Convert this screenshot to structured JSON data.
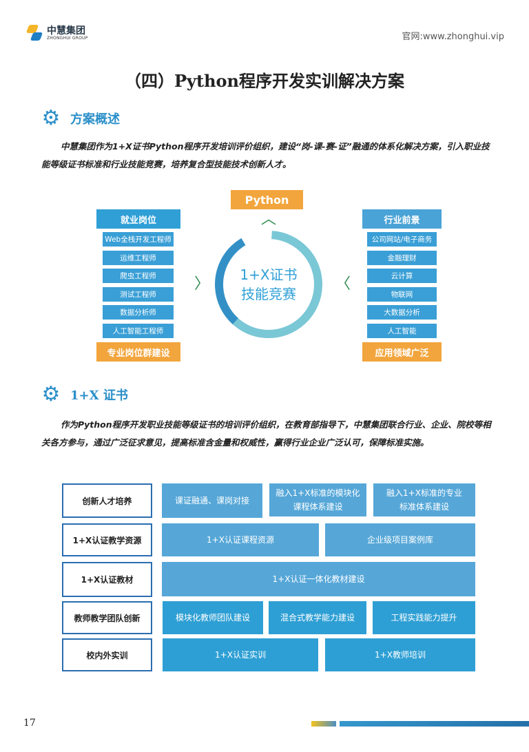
{
  "header": {
    "logo_cn": "中慧集团",
    "logo_en": "ZHONGHUI GROUP",
    "website": "官网:www.zhonghui.vip"
  },
  "title": "（四）Python程序开发实训解决方案",
  "section1": {
    "icon": "gear-icon",
    "title": "方案概述",
    "paragraph": "中慧集团作为1+X证书Python程序开发培训评价组织，建设“岗-课-赛-证”融通的体系化解决方案，引入职业技能等级证书标准和行业技能竞赛，培养复合型技能技术创新人才。"
  },
  "diagram": {
    "top": "Python",
    "center": [
      "1+X证书",
      "技能竞赛"
    ],
    "left": {
      "header": "就业岗位",
      "items": [
        "Web全栈开发工程师",
        "运维工程师",
        "爬虫工程师",
        "测试工程师",
        "数据分析师",
        "人工智能工程师"
      ],
      "footer": "专业岗位群建设"
    },
    "right": {
      "header": "行业前景",
      "items": [
        "公司网站/电子商务",
        "金融理财",
        "云计算",
        "物联网",
        "大数据分析",
        "人工智能"
      ],
      "footer": "应用领域广泛"
    },
    "colors": {
      "blue": "#2f9fd6",
      "orange": "#f2a53c",
      "ring_dark": "#3390c6",
      "ring_light": "#7ac7d6",
      "chevron": "#2e8b4e"
    }
  },
  "section2": {
    "icon": "gear-icon",
    "title": "1+X 证书",
    "paragraph": "作为Python程序开发职业技能等级证书的培训评价组织，在教育部指导下，中慧集团联合行业、企业、院校等相关各方参与，通过广泛征求意见，提高标准含金量和权威性，赢得行业企业广泛认可，保障标准实施。"
  },
  "table": {
    "rows": [
      {
        "label": "创新人才培养",
        "cells": [
          "课证融通、课岗对接",
          "融入1+X标准的模块化课程体系建设",
          "融入1+X标准的专业标准体系建设"
        ]
      },
      {
        "label": "1+X认证教学资源",
        "cells": [
          "1+X认证课程资源",
          "企业级项目案例库"
        ]
      },
      {
        "label": "1+X认证教材",
        "cells": [
          "1+X认证一体化教材建设"
        ]
      },
      {
        "label": "教师教学团队创新",
        "cells": [
          "模块化教师团队建设",
          "混合式教学能力建设",
          "工程实践能力提升"
        ]
      },
      {
        "label": "校内外实训",
        "cells": [
          "1+X认证实训",
          "1+X教师培训"
        ]
      }
    ]
  },
  "footer": {
    "page_number": "17"
  }
}
